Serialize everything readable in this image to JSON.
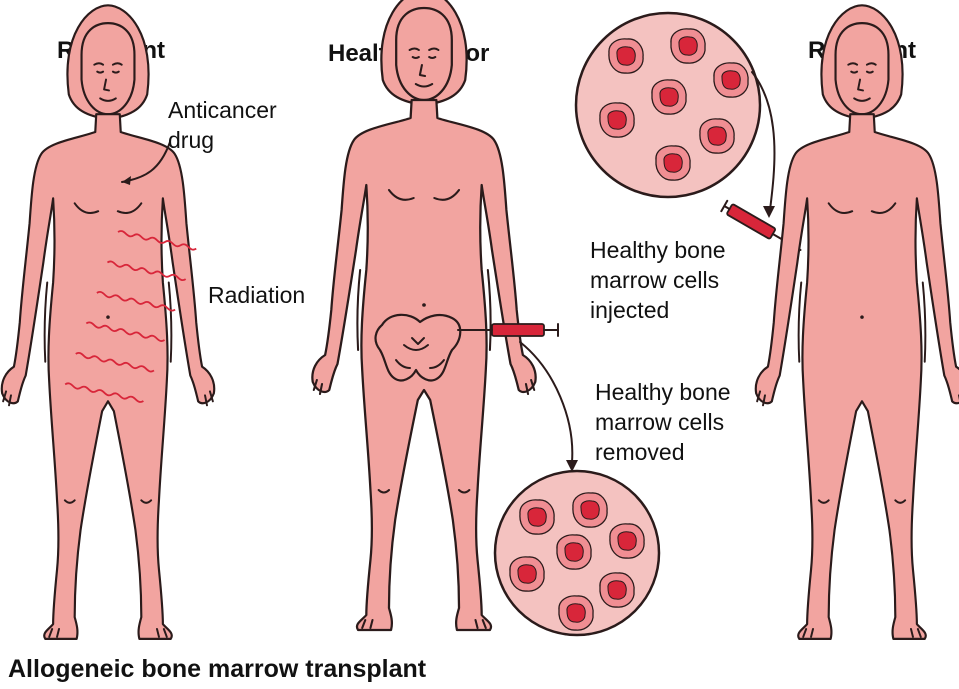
{
  "headings": {
    "recipient_left": "Recipient",
    "donor": "Healthy donor",
    "recipient_right": "Recipient"
  },
  "labels": {
    "drug_line1": "Anticancer",
    "drug_line2": "drug",
    "radiation": "Radiation",
    "injected_line1": "Healthy bone",
    "injected_line2": "marrow cells",
    "injected_line3": "injected",
    "removed_line1": "Healthy bone",
    "removed_line2": "marrow cells",
    "removed_line3": "removed"
  },
  "caption": "Allogeneic bone marrow transplant",
  "colors": {
    "skin": "#f2a4a0",
    "outline": "#2b1b1b",
    "radiation": "#d8263a",
    "cell_nucleus": "#d8263a",
    "cell_body": "#f08e93",
    "magnified_background": "#f4c2c0"
  }
}
